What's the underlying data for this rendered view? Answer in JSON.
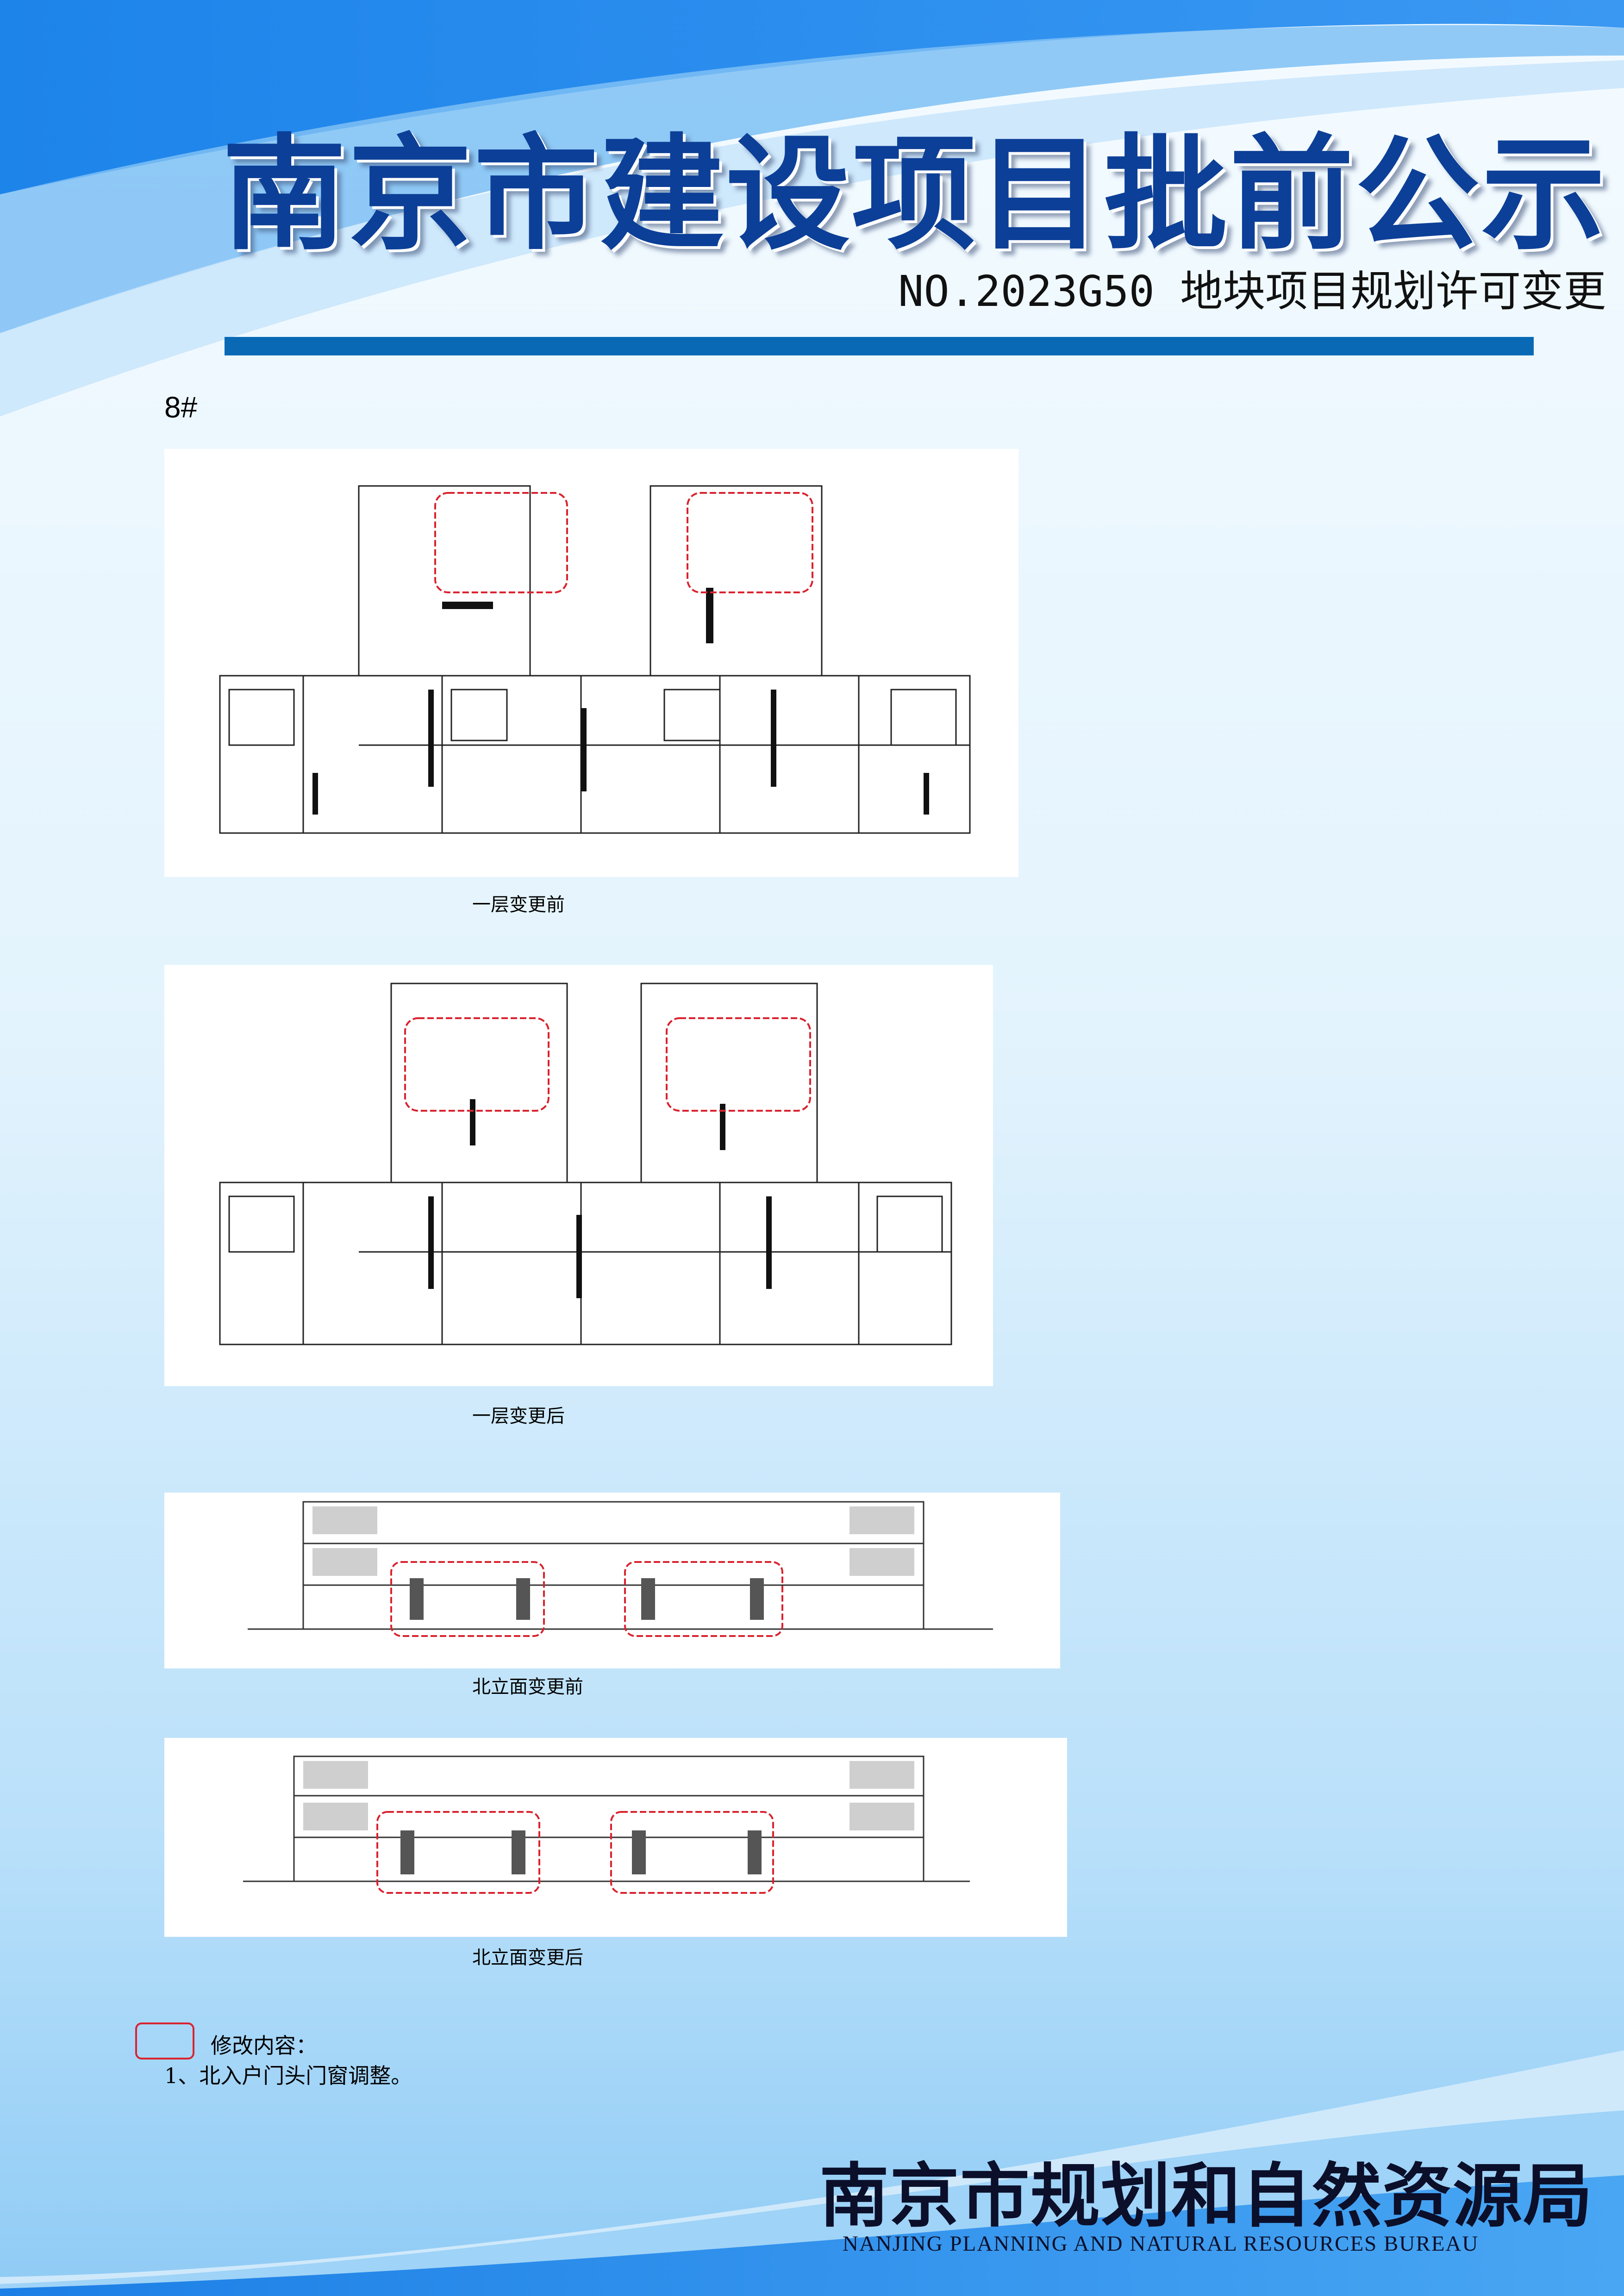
{
  "header": {
    "title": "南京市建设项目批前公示",
    "subtitle": "NO.2023G50 地块项目规划许可变更"
  },
  "building_label": "8#",
  "drawings": [
    {
      "caption": "一层变更前",
      "kind": "floor-plan"
    },
    {
      "caption": "一层变更后",
      "kind": "floor-plan"
    },
    {
      "caption": "北立面变更前",
      "kind": "elevation"
    },
    {
      "caption": "北立面变更后",
      "kind": "elevation"
    }
  ],
  "legend": {
    "label": "修改内容：",
    "items": [
      "1、北入户门头门窗调整。"
    ]
  },
  "footer": {
    "agency": "南京市规划和自然资源局",
    "agency_en": "NANJING PLANNING AND NATURAL RESOURCES BUREAU"
  },
  "colors": {
    "accent_blue": "#0969b5",
    "title_blue": "#0c3f97",
    "revision_cloud": "#d9232e"
  }
}
